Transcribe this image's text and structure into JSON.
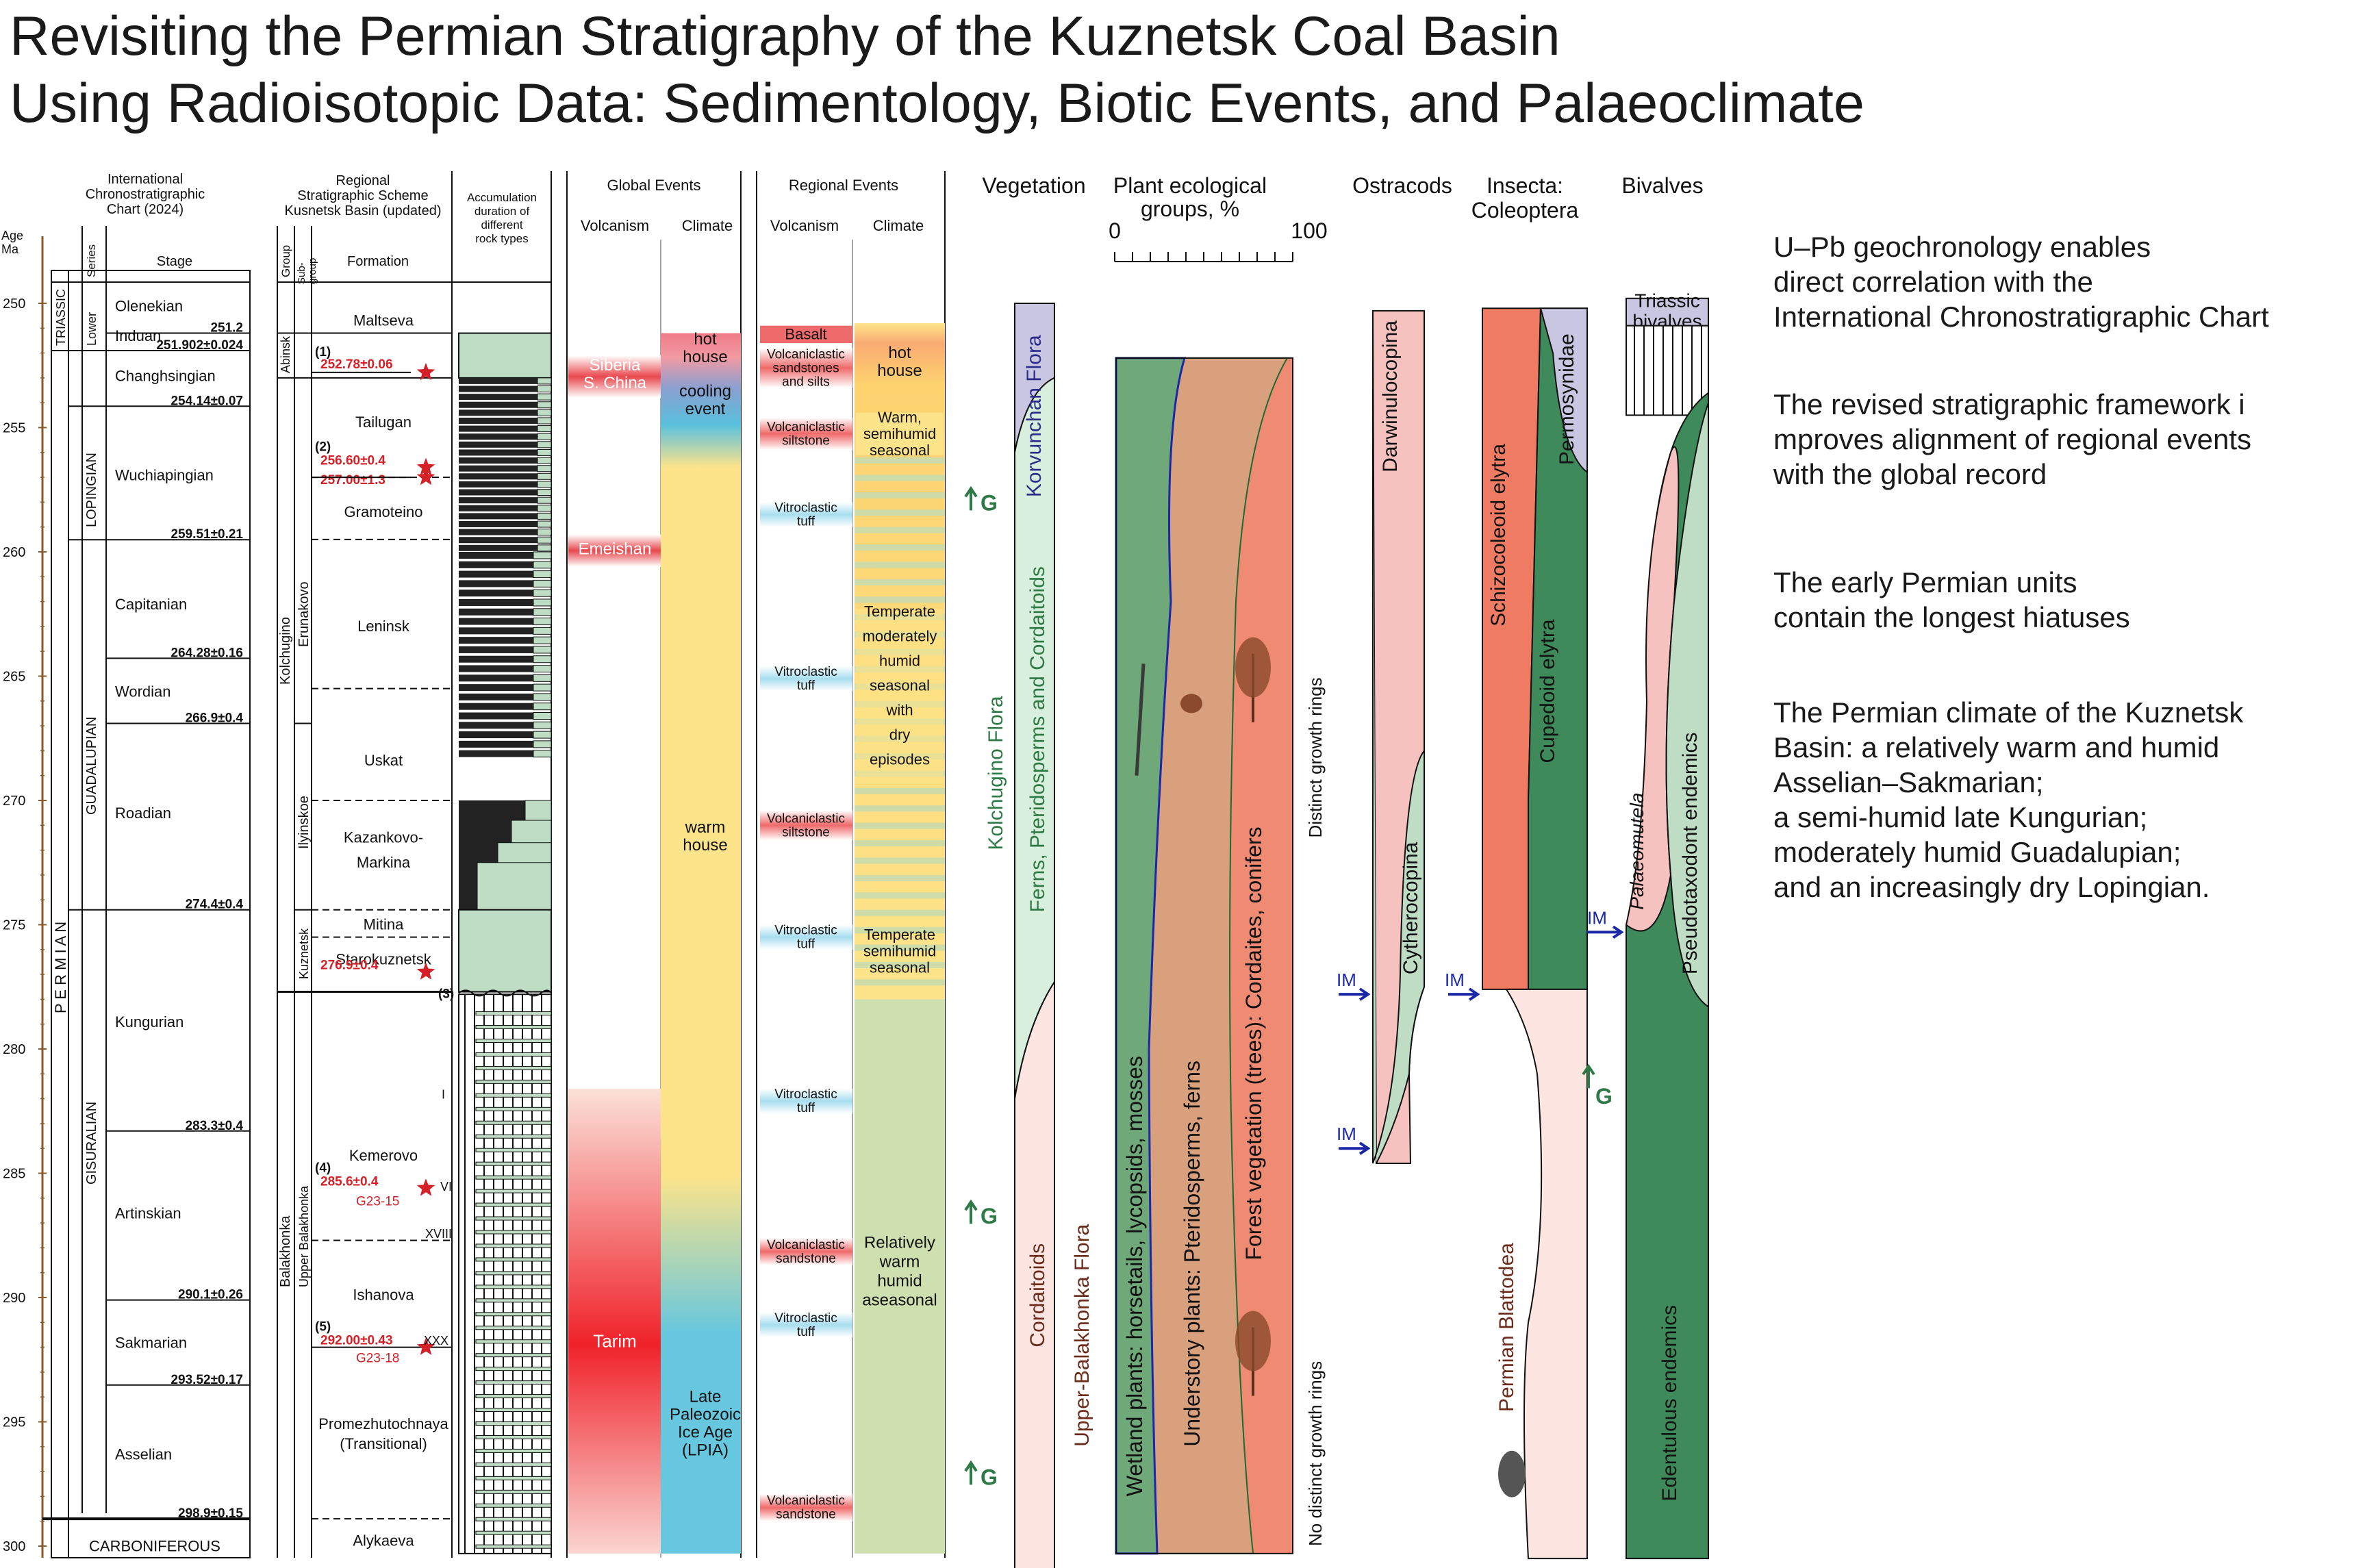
{
  "title": {
    "line1": "Revisiting the Permian Stratigraphy of the Kuznetsk Coal Basin",
    "line2": "Using Radioisotopic Data: Sedimentology, Biotic Events, and Palaeoclimate"
  },
  "summary": [
    "U–Pb geochronology enables\ndirect correlation with the\nInternational Chronostratigraphic Chart",
    "The revised stratigraphic framework i\nmproves alignment of regional events\nwith the global record",
    "The early Permian units\ncontain the longest hiatuses",
    "The Permian climate of the Kuznetsk\n Basin: a relatively warm and humid\nAsselian–Sakmarian;\na semi-humid late Kungurian;\nmoderately humid Guadalupian;\nand an increasingly dry Lopingian."
  ],
  "headers": {
    "age": "Age\nMa",
    "icc": "International\nChronostratigraphic\nChart (2024)",
    "series": "Series",
    "stage": "Stage",
    "regional": "Regional\nStratigraphic Scheme\nKusnetsk Basin (updated)",
    "group": "Group",
    "subgroup": "Sub-\ngroup",
    "formation": "Formation",
    "accum": "Accumulation\nduration of\ndifferent\nrock types",
    "global_events": "Global Events",
    "regional_events": "Regional Events",
    "volcanism": "Volcanism",
    "climate": "Climate",
    "vegetation": "Vegetation",
    "plant_groups": "Plant ecological\ngroups, %",
    "pct0": "0",
    "pct100": "100",
    "ostracods": "Ostracods",
    "insecta": "Insecta:\nColeoptera",
    "bivalves": "Bivalves"
  },
  "age_ticks": [
    "250",
    "255",
    "260",
    "265",
    "270",
    "275",
    "280",
    "285",
    "290",
    "295",
    "300"
  ],
  "systems": {
    "triassic": "TRIASSIC",
    "permian": "P E R M I A N",
    "carboniferous": "CARBONIFEROUS"
  },
  "series_labels": {
    "lower": "Lower",
    "lopingian": "LOPINGIAN",
    "guadalupian": "GUADALUPIAN",
    "gisuralian": "GISURALIAN"
  },
  "stages": [
    {
      "name": "Olenekian",
      "age": 250.1
    },
    {
      "name": "Induan",
      "age": 251.3
    },
    {
      "name": "Changhsingian",
      "age": 252.9
    },
    {
      "name": "Wuchiapingian",
      "age": 256.9
    },
    {
      "name": "Capitanian",
      "age": 262.1
    },
    {
      "name": "Wordian",
      "age": 265.6
    },
    {
      "name": "Roadian",
      "age": 270.5
    },
    {
      "name": "Kungurian",
      "age": 278.9
    },
    {
      "name": "Artinskian",
      "age": 286.6
    },
    {
      "name": "Sakmarian",
      "age": 291.8
    },
    {
      "name": "Asselian",
      "age": 296.3
    }
  ],
  "boundary_ages": [
    {
      "label": "251.2",
      "age": 251.2
    },
    {
      "label": "251.902±0.024",
      "age": 251.902
    },
    {
      "label": "254.14±0.07",
      "age": 254.14
    },
    {
      "label": "259.51±0.21",
      "age": 259.51
    },
    {
      "label": "264.28±0.16",
      "age": 264.28
    },
    {
      "label": "266.9±0.4",
      "age": 266.9
    },
    {
      "label": "274.4±0.4",
      "age": 274.4
    },
    {
      "label": "283.3±0.4",
      "age": 283.3
    },
    {
      "label": "290.1±0.26",
      "age": 290.1
    },
    {
      "label": "293.52±0.17",
      "age": 293.52
    },
    {
      "label": "298.9±0.15",
      "age": 298.9
    }
  ],
  "groups": {
    "abinsk": "Abinsk",
    "kolchugino": "Kolchugino",
    "balakhonka": "Balakhonka"
  },
  "subgroups": {
    "erunakovo": "Erunakovo",
    "ilyinskoe": "Ilyinskoe",
    "kuznetsk": "Kuznetsk",
    "upper_balakhonka": "Upper Balakhonka"
  },
  "formations": [
    {
      "name": "Maltseva",
      "age": 250.7
    },
    {
      "name": "Tailugan",
      "age": 254.8
    },
    {
      "name": "Gramoteino",
      "age": 258.4
    },
    {
      "name": "Leninsk",
      "age": 263.0
    },
    {
      "name": "Uskat",
      "age": 268.4
    },
    {
      "name": "Kazankovo-",
      "age": 271.5
    },
    {
      "name": "Markina",
      "age": 272.5
    },
    {
      "name": "Mitina",
      "age": 275.0
    },
    {
      "name": "Starokuznetsk",
      "age": 276.4
    },
    {
      "name": "Kemerovo",
      "age": 284.3
    },
    {
      "name": "Ishanova",
      "age": 289.9
    },
    {
      "name": "Promezhutochnaya",
      "age": 295.1
    },
    {
      "name": "(Transitional)",
      "age": 295.9
    },
    {
      "name": "Alykaeva",
      "age": 299.8
    }
  ],
  "dates": [
    {
      "num": "(1)",
      "value": "252.78±0.06",
      "age": 252.78
    },
    {
      "num": "(2)",
      "value": "256.60±0.4",
      "age": 256.6
    },
    {
      "num": "",
      "value": "257.00±1.3",
      "age": 257.0
    },
    {
      "num": "(3)",
      "value": "276.9±0.4",
      "age": 276.9
    },
    {
      "num": "(4)",
      "value": "285.6±0.4",
      "age": 285.6
    },
    {
      "num": "(5)",
      "value": "292.00±0.43",
      "age": 292.0
    }
  ],
  "samples": {
    "g2315": "G23-15",
    "g2318": "G23-18"
  },
  "seams": {
    "i": "I",
    "vi": "VI",
    "xviii": "XVIII",
    "xxx": "XXX"
  },
  "global_volcanism": {
    "siberia": "Siberia\nS. China",
    "emeishan": "Emeishan",
    "tarim": "Tarim"
  },
  "global_climate": {
    "hot": "hot\nhouse",
    "cooling": "cooling\nevent",
    "warm": "warm\nhouse",
    "lpia": "Late\nPaleozoic\nIce Age\n(LPIA)"
  },
  "regional_volcanism": {
    "basalt": "Basalt",
    "vs_silts": "Volcaniclastic\nsandstones\nand silts",
    "v_siltstone": "Volcaniclastic\nsiltstone",
    "v_tuff": "Vitroclastic\ntuff",
    "v_sandstone": "Volcaniclastic\nsandstone"
  },
  "regional_climate": {
    "hot": "hot\nhouse",
    "warm_semihumid": "Warm,\nsemihumid\nseasonal",
    "temperate_mod": "Temperate\nmoderately\nhumid\nseasonal\nwith\ndry\nepisodes",
    "temperate_semi": "Temperate\nsemihumid\nseasonal",
    "relatively": "Relatively\nwarm\nhumid\naseasonal"
  },
  "vegetation": {
    "korvunchan": "Korvunchan Flora",
    "ferns": "Ferns, Pteridosperms and Cordaitoids",
    "kolchugino": "Kolchugino Flora",
    "cordaitoids": "Cordaitoids",
    "upper_balakhonka": "Upper-Balakhonka Flora",
    "g": "G"
  },
  "plant_groups": {
    "wetland": "Wetland plants: horsetails, lycopsids, mosses",
    "understory": "Understory plants: Pteridosperms, ferns",
    "forest": "Forest vegetation (trees): Cordaites, conifers",
    "distinct": "Distinct growth rings",
    "no_distinct": "No distinct growth rings"
  },
  "ostracods": {
    "darwin": "Darwinulocopina",
    "cythero": "Cytherocopina",
    "im": "IM"
  },
  "insecta": {
    "schizo": "Schizocoleoid elytra",
    "permo": "Permosynidae",
    "cupedoid": "Cupedoid elytra",
    "blattodea": "Permian Blattodea",
    "im": "IM",
    "g": "G"
  },
  "bivalves": {
    "triassic": "Triassic\nbivalves",
    "palaeomutela": "Palaeomutela",
    "pseudo": "Pseudotaxodont endemics",
    "edentulous": "Edentulous endemics",
    "im": "IM"
  },
  "colors": {
    "red": "#d42027",
    "green": "#3e8a5a",
    "light_green": "#bfdcc4",
    "salmon": "#ef8a73",
    "tan": "#d9a07e",
    "yellow": "#fde48a",
    "blue": "#6fc6db",
    "lavender": "#c9c6e2",
    "pink": "#f6c2c0"
  }
}
